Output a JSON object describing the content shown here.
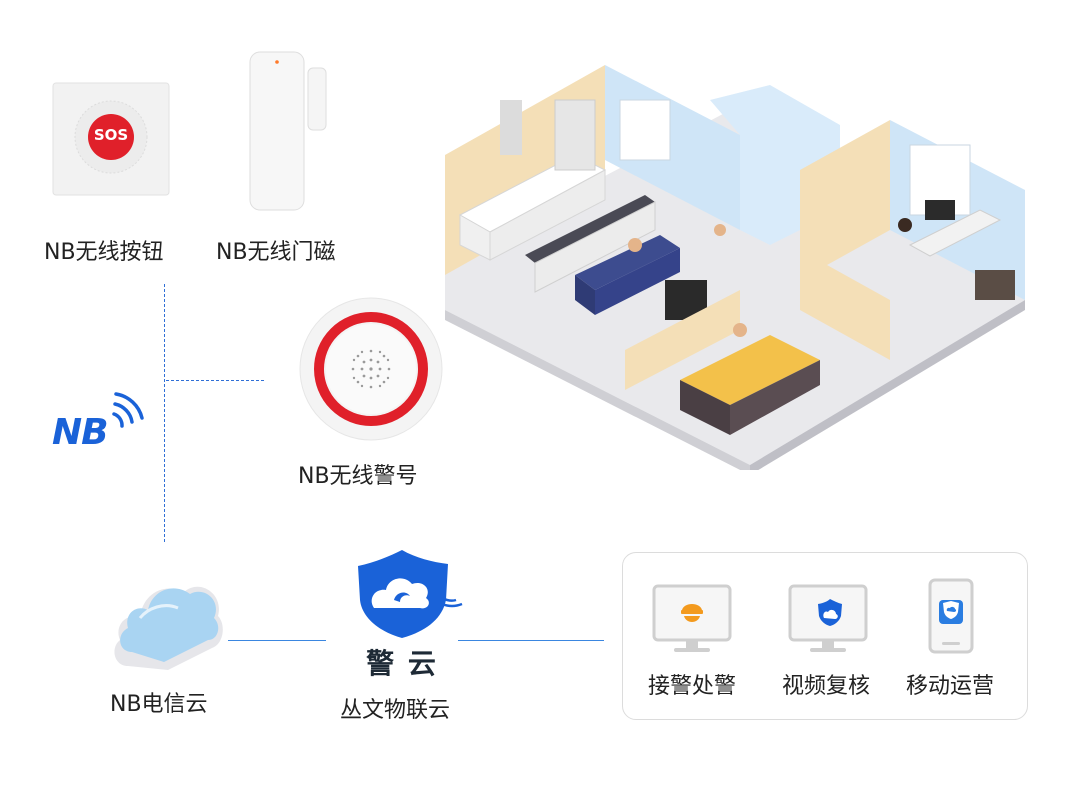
{
  "devices": {
    "button": {
      "label": "NB无线按钮",
      "sos_text": "SOS"
    },
    "door": {
      "label": "NB无线门磁"
    },
    "alarm": {
      "label": "NB无线警号"
    }
  },
  "nb_logo": {
    "text": "NB"
  },
  "cloud_telecom": {
    "label": "NB电信云"
  },
  "platform": {
    "logo_text": "警 云",
    "label": "丛文物联云"
  },
  "services": [
    {
      "label": "接警处警",
      "icon": "police-monitor-icon"
    },
    {
      "label": "视频复核",
      "icon": "shield-monitor-icon"
    },
    {
      "label": "移动运营",
      "icon": "mobile-app-icon"
    }
  ],
  "colors": {
    "brand_blue": "#1a62d8",
    "line_blue": "#3a86e0",
    "sos_red": "#e0202a",
    "cloud_blue": "#a9d4f2"
  }
}
